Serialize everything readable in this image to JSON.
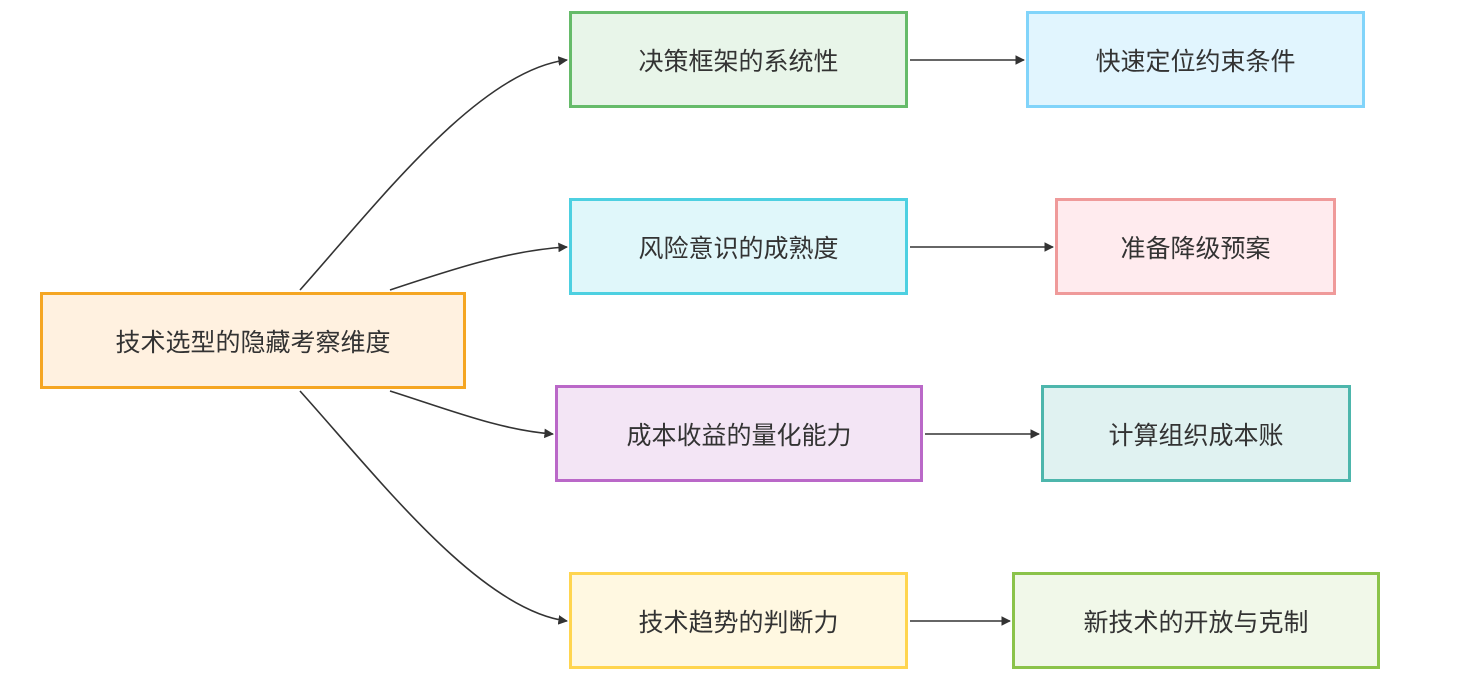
{
  "root": {
    "label": "技术选型的隐藏考察维度",
    "fill": "#fff1e0",
    "stroke": "#f5a623"
  },
  "branches": [
    {
      "label": "决策框架的系统性",
      "fill": "#e8f5e9",
      "stroke": "#66bb6a",
      "leaf": {
        "label": "快速定位约束条件",
        "fill": "#e1f5fe",
        "stroke": "#81d4fa"
      }
    },
    {
      "label": "风险意识的成熟度",
      "fill": "#e0f7fa",
      "stroke": "#4dd0e1",
      "leaf": {
        "label": "准备降级预案",
        "fill": "#ffebee",
        "stroke": "#ef9a9a"
      }
    },
    {
      "label": "成本收益的量化能力",
      "fill": "#f3e5f5",
      "stroke": "#ba68c8",
      "leaf": {
        "label": "计算组织成本账",
        "fill": "#e0f2f1",
        "stroke": "#4db6ac"
      }
    },
    {
      "label": "技术趋势的判断力",
      "fill": "#fff8e1",
      "stroke": "#ffd54f",
      "leaf": {
        "label": "新技术的开放与克制",
        "fill": "#f1f8e9",
        "stroke": "#8bc34a"
      }
    }
  ],
  "edge_color": "#333333"
}
